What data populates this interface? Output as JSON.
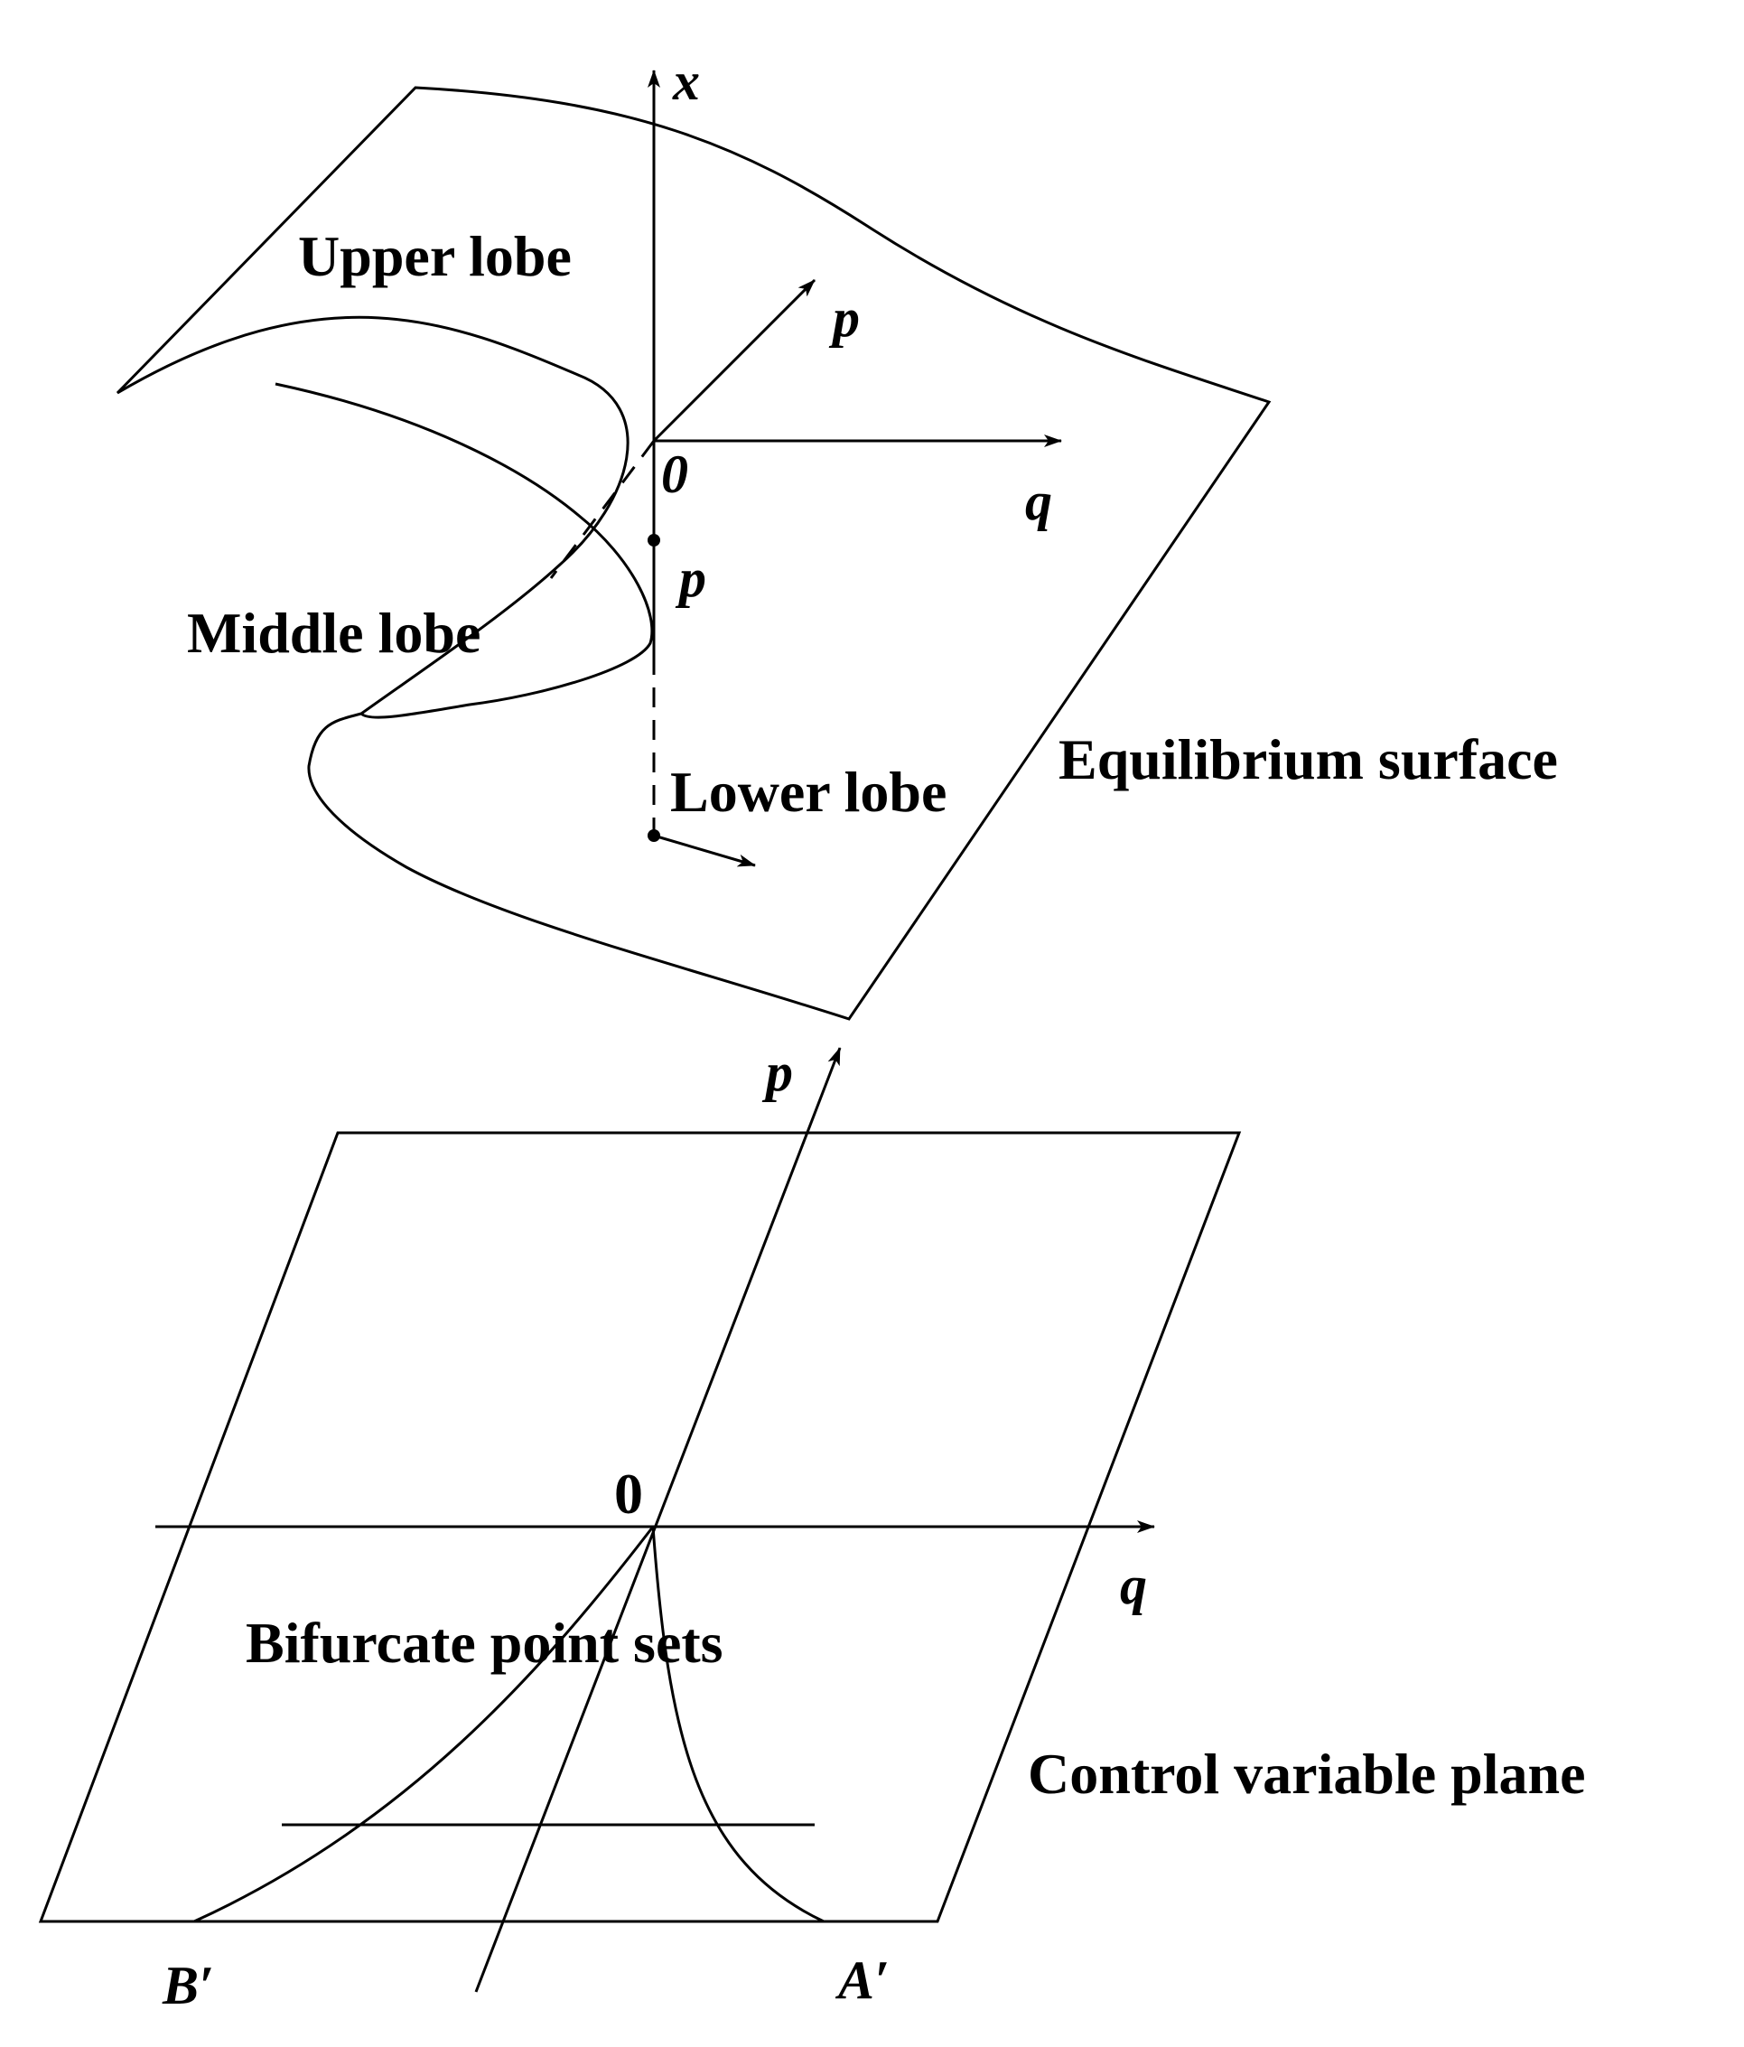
{
  "equilibrium_surface": {
    "axis_x": "x",
    "axis_p": "p",
    "axis_q": "q",
    "origin": "0",
    "point_p": "p",
    "upper_lobe": "Upper lobe",
    "middle_lobe": "Middle lobe",
    "lower_lobe": "Lower lobe",
    "title": "Equilibrium surface"
  },
  "control_plane": {
    "axis_p": "p",
    "axis_q": "q",
    "origin": "0",
    "bifurcation_label": "Bifurcate point sets",
    "title": "Control variable plane",
    "point_b": "B′",
    "point_a": "A′"
  }
}
